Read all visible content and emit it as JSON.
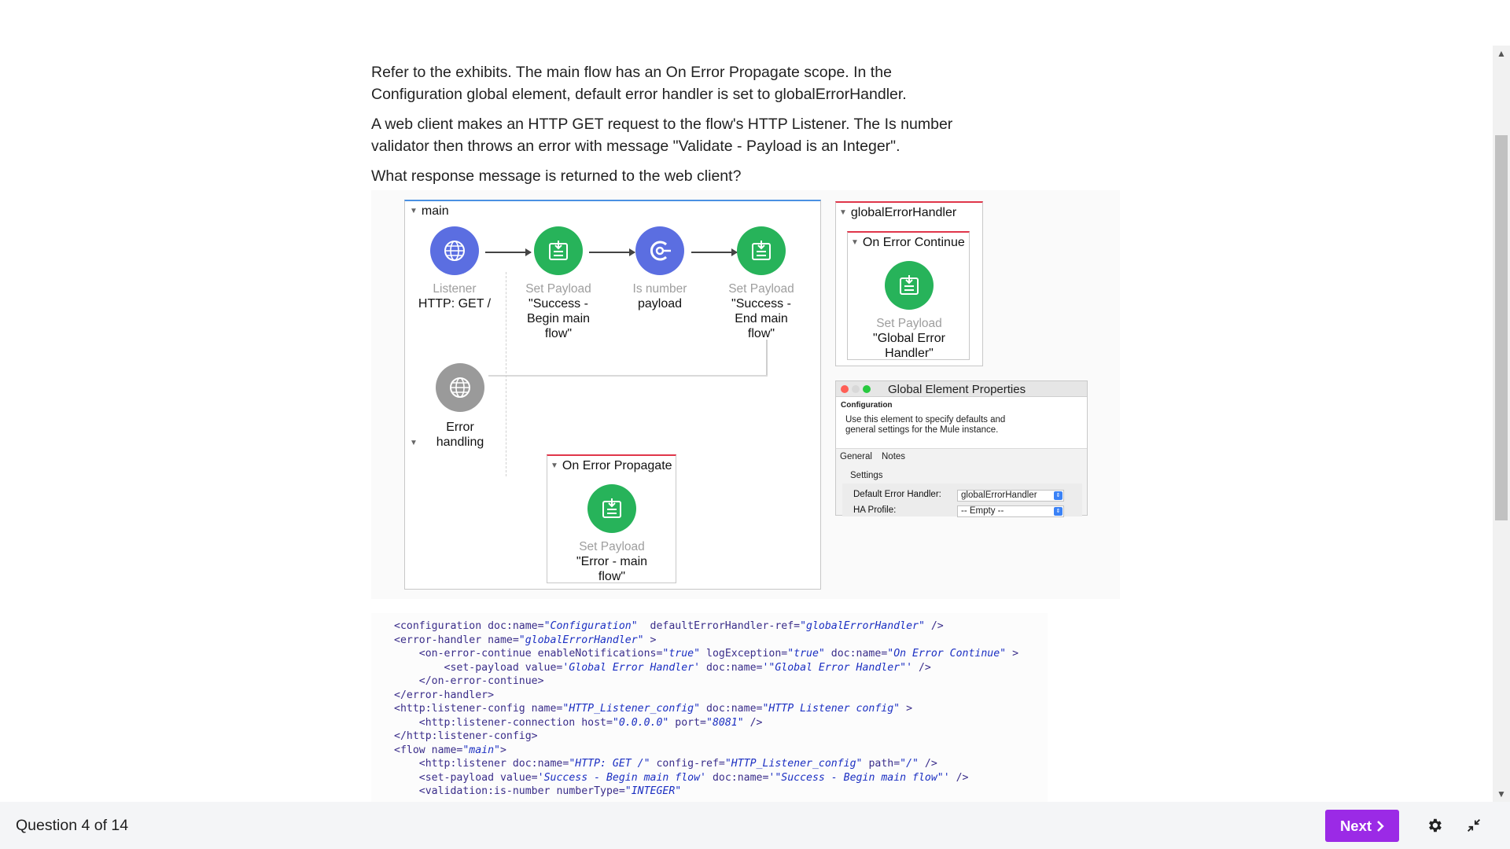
{
  "question": {
    "paragraphs": [
      "Refer to the exhibits. The main flow has an On Error Propagate scope. In the Configuration global element, default error handler is set to globalErrorHandler.",
      "A web client makes an HTTP GET request to the flow's HTTP Listener. The Is number validator then throws an error with message \"Validate - Payload is an Integer\".",
      "What response message is returned to the web client?"
    ]
  },
  "diagram": {
    "main_title": "main",
    "nodes": [
      {
        "type": "Listener",
        "name": "HTTP: GET /",
        "color": "#5b6ee1",
        "icon": "globe-icon"
      },
      {
        "type": "Set Payload",
        "name": "\"Success -\nBegin main\nflow\"",
        "color": "#27b35a",
        "icon": "set-payload-icon"
      },
      {
        "type": "Is number",
        "name": "payload",
        "color": "#5b6ee1",
        "icon": "validator-icon"
      },
      {
        "type": "Set Payload",
        "name": "\"Success -\nEnd main\nflow\"",
        "color": "#27b35a",
        "icon": "set-payload-icon"
      }
    ],
    "error_source": {
      "name": "Error\nhandling",
      "color": "#9a9a9a",
      "icon": "globe-icon"
    },
    "on_error_propagate": {
      "title": "On Error Propagate",
      "type": "Set Payload",
      "name": "\"Error - main\nflow\""
    },
    "global_handler": {
      "title": "globalErrorHandler",
      "scope_title": "On Error Continue",
      "type": "Set Payload",
      "name": "\"Global Error\nHandler\""
    },
    "global_element_properties": {
      "window_title": "Global Element Properties",
      "header_title": "Configuration",
      "header_desc": "Use this element to specify defaults and\ngeneral settings for the Mule instance.",
      "tabs": [
        "General",
        "Notes"
      ],
      "section": "Settings",
      "fields": [
        {
          "label": "Default Error Handler:",
          "value": "globalErrorHandler"
        },
        {
          "label": "HA Profile:",
          "value": "-- Empty --"
        }
      ]
    }
  },
  "code_lines": [
    [
      [
        "tg",
        "<configuration "
      ],
      [
        "at",
        "doc:name="
      ],
      [
        "vl",
        "\"Configuration\""
      ],
      [
        "at",
        "  defaultErrorHandler-ref="
      ],
      [
        "vl",
        "\"globalErrorHandler\""
      ],
      [
        "tg",
        " />"
      ]
    ],
    [
      [
        "tg",
        "<error-handler "
      ],
      [
        "at",
        "name="
      ],
      [
        "vl",
        "\"globalErrorHandler\""
      ],
      [
        "tg",
        " >"
      ]
    ],
    [
      [
        "tg",
        "    <on-error-continue "
      ],
      [
        "at",
        "enableNotifications="
      ],
      [
        "vl",
        "\"true\""
      ],
      [
        "at",
        " logException="
      ],
      [
        "vl",
        "\"true\""
      ],
      [
        "at",
        " doc:name="
      ],
      [
        "vl",
        "\"On Error Continue\""
      ],
      [
        "tg",
        " >"
      ]
    ],
    [
      [
        "tg",
        "        <set-payload "
      ],
      [
        "at",
        "value="
      ],
      [
        "vl",
        "'Global Error Handler'"
      ],
      [
        "at",
        " doc:name="
      ],
      [
        "vl",
        "'\"Global Error Handler\"'"
      ],
      [
        "tg",
        " />"
      ]
    ],
    [
      [
        "tg",
        "    </on-error-continue>"
      ]
    ],
    [
      [
        "tg",
        "</error-handler>"
      ]
    ],
    [
      [
        "tg",
        "<http:listener-config "
      ],
      [
        "at",
        "name="
      ],
      [
        "vl",
        "\"HTTP_Listener_config\""
      ],
      [
        "at",
        " doc:name="
      ],
      [
        "vl",
        "\"HTTP Listener config\""
      ],
      [
        "tg",
        " >"
      ]
    ],
    [
      [
        "tg",
        "    <http:listener-connection "
      ],
      [
        "at",
        "host="
      ],
      [
        "vl",
        "\"0.0.0.0\""
      ],
      [
        "at",
        " port="
      ],
      [
        "vl",
        "\"8081\""
      ],
      [
        "tg",
        " />"
      ]
    ],
    [
      [
        "tg",
        "</http:listener-config>"
      ]
    ],
    [
      [
        "tg",
        "<flow "
      ],
      [
        "at",
        "name="
      ],
      [
        "vl",
        "\"main\""
      ],
      [
        "tg",
        ">"
      ]
    ],
    [
      [
        "tg",
        "    <http:listener "
      ],
      [
        "at",
        "doc:name="
      ],
      [
        "vl",
        "\"HTTP: GET /\""
      ],
      [
        "at",
        " config-ref="
      ],
      [
        "vl",
        "\"HTTP_Listener_config\""
      ],
      [
        "at",
        " path="
      ],
      [
        "vl",
        "\"/\""
      ],
      [
        "tg",
        " />"
      ]
    ],
    [
      [
        "tg",
        "    <set-payload "
      ],
      [
        "at",
        "value="
      ],
      [
        "vl",
        "'Success - Begin main flow'"
      ],
      [
        "at",
        " doc:name="
      ],
      [
        "vl",
        "'\"Success - Begin main flow\"'"
      ],
      [
        "tg",
        " />"
      ]
    ],
    [
      [
        "tg",
        "    <validation:is-number "
      ],
      [
        "at",
        "numberType="
      ],
      [
        "vl",
        "\"INTEGER\""
      ]
    ]
  ],
  "footer": {
    "question_counter": "Question 4 of 14",
    "next_label": "Next",
    "next_color": "#9b2ae6"
  }
}
